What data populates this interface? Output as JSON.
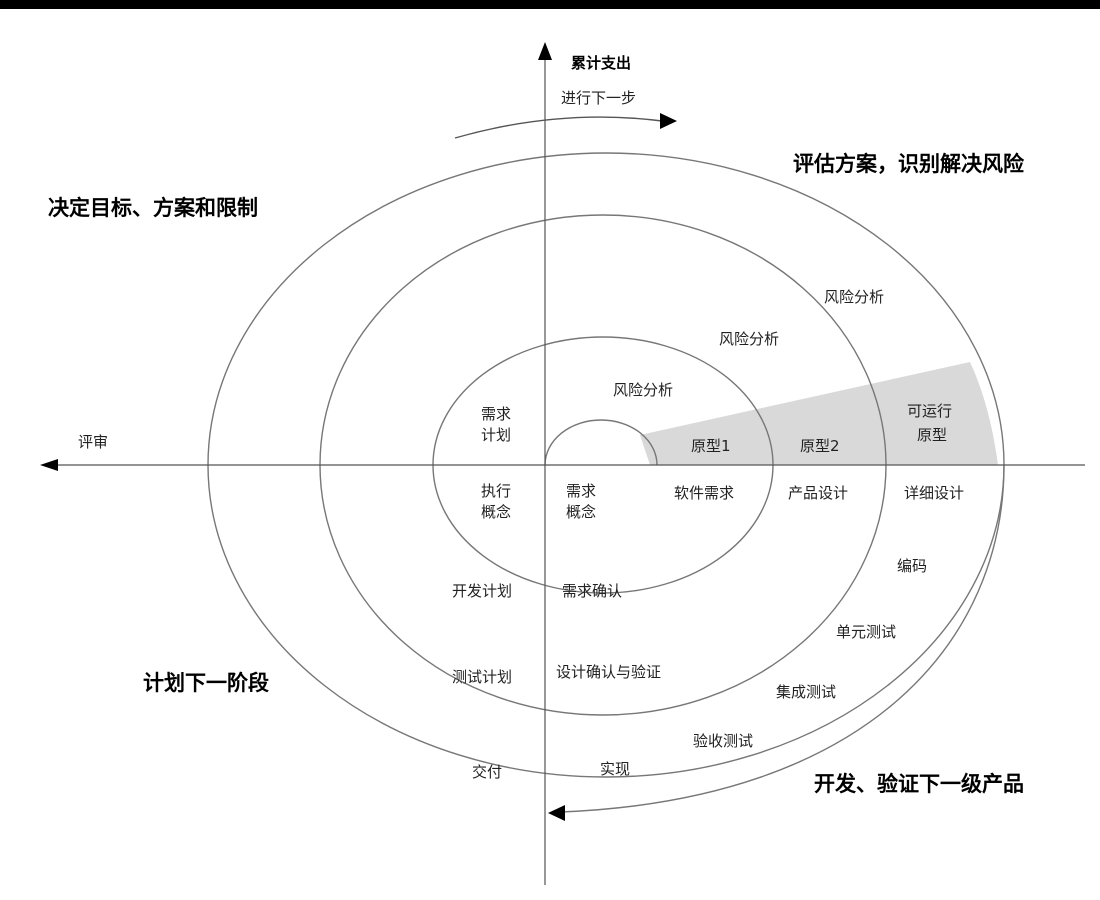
{
  "axis": {
    "y_title": "累计支出",
    "x_left_label": "评审",
    "proceed_label": "进行下一步"
  },
  "quadrants": {
    "top_left": "决定目标、方案和限制",
    "top_right": "评估方案，识别解决风险",
    "bottom_left": "计划下一阶段",
    "bottom_right": "开发、验证下一级产品"
  },
  "risk_analysis": [
    "风险分析",
    "风险分析",
    "风险分析"
  ],
  "prototypes": {
    "p1": "原型1",
    "p2": "原型2",
    "operational_line1": "可运行",
    "operational_line2": "原型"
  },
  "inner": {
    "req_plan_line1": "需求",
    "req_plan_line2": "计划",
    "exec_concept_line1": "执行",
    "exec_concept_line2": "概念",
    "req_concept_line1": "需求",
    "req_concept_line2": "概念"
  },
  "development": {
    "software_requirements": "软件需求",
    "product_design": "产品设计",
    "detailed_design": "详细设计",
    "coding": "编码",
    "unit_test": "单元测试",
    "integration_test": "集成测试",
    "acceptance_test": "验收测试"
  },
  "planning": {
    "dev_plan": "开发计划",
    "req_confirm": "需求确认",
    "test_plan": "测试计划",
    "design_verify": "设计确认与验证",
    "delivery": "交付",
    "implementation": "实现"
  },
  "colors": {
    "line": "#777777",
    "wedge": "#d9d9d9",
    "text": "#000000"
  }
}
